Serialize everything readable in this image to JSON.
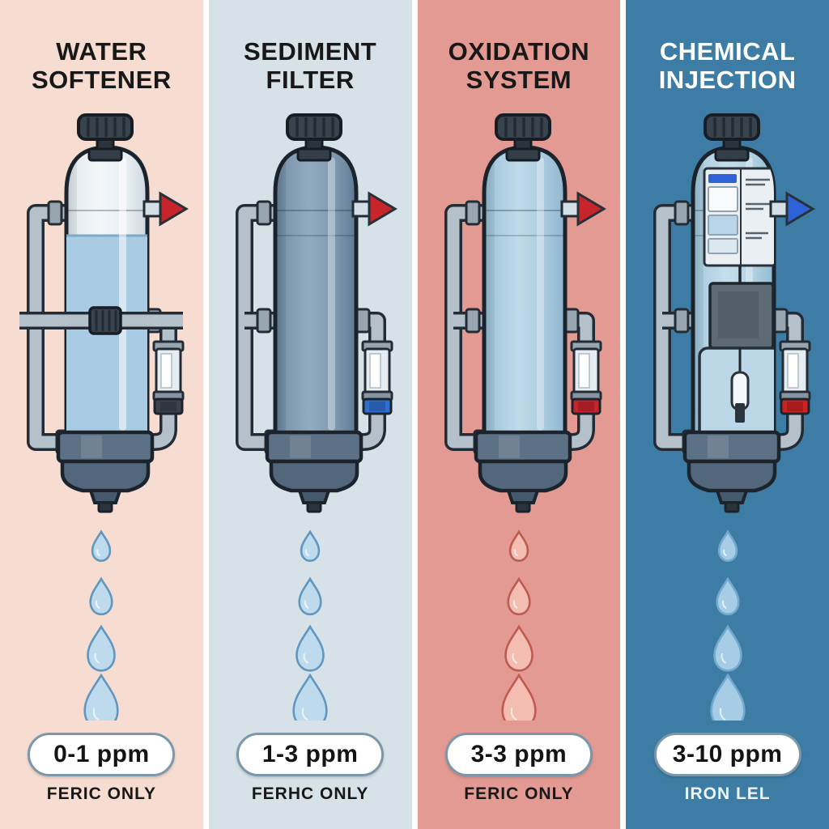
{
  "badge": {
    "background": "#ffffff",
    "border_color": "#7b97a9",
    "text_color": "#141414"
  },
  "columns": [
    {
      "id": "water-softener",
      "title": [
        "WATER",
        "SOFTENER"
      ],
      "title_color": "#181818",
      "background": "#f7dcd1",
      "ppm_label": "0-1 ppm",
      "sub_label": "FERIC ONLY",
      "sub_label_color": "#181818",
      "tank": {
        "variant": "water-softener",
        "body_colors": [
          "#ccd8e0",
          "#e8eef2",
          "#f4f7f9"
        ],
        "water_fill": "#a9cbe3",
        "has_cross_pipe": true,
        "has_panel": false,
        "arrow_color": "#c8242c",
        "valve_color": "#3a424c"
      },
      "drops": {
        "fill": "#bedbee",
        "stroke": "#6096bf"
      }
    },
    {
      "id": "sediment-filter",
      "title": [
        "SEDIMENT",
        "FILTER"
      ],
      "title_color": "#181818",
      "background": "#d6e2e8",
      "ppm_label": "1-3 ppm",
      "sub_label": "FERHC ONLY",
      "sub_label_color": "#181818",
      "tank": {
        "variant": "sediment-filter",
        "body_colors": [
          "#5f7b94",
          "#7d97ae",
          "#92abc0"
        ],
        "water_fill": null,
        "has_cross_pipe": false,
        "has_panel": false,
        "arrow_color": "#c8242c",
        "valve_color": "#2e6fd0"
      },
      "drops": {
        "fill": "#bedbee",
        "stroke": "#6096bf"
      }
    },
    {
      "id": "oxidation-system",
      "title": [
        "OXIDATION",
        "SYSTEM"
      ],
      "title_color": "#181818",
      "background": "#e29a92",
      "ppm_label": "3-3 ppm",
      "sub_label": "FERIC ONLY",
      "sub_label_color": "#181818",
      "tank": {
        "variant": "oxidation-system",
        "body_colors": [
          "#8fb6ce",
          "#a9cade",
          "#bfdbea"
        ],
        "water_fill": null,
        "has_cross_pipe": false,
        "has_panel": false,
        "arrow_color": "#c8242c",
        "valve_color": "#c8242c"
      },
      "drops": {
        "fill": "#f4bdb2",
        "stroke": "#bf5a50"
      }
    },
    {
      "id": "chemical-injection",
      "title": [
        "CHEMICAL",
        "INJECTION"
      ],
      "title_color": "#ffffff",
      "background": "#3d7da5",
      "ppm_label": "3-10 ppm",
      "sub_label": "IRON LEL",
      "sub_label_color": "#eaf3f8",
      "tank": {
        "variant": "chemical-injection",
        "body_colors": [
          "#92bad0",
          "#b0d0e2",
          "#c6dfec"
        ],
        "water_fill": null,
        "has_cross_pipe": false,
        "has_panel": true,
        "arrow_color": "#2e62d6",
        "valve_color": "#cc2222"
      },
      "drops": {
        "fill": "#a6cce6",
        "stroke": "#74a9cf"
      }
    }
  ]
}
